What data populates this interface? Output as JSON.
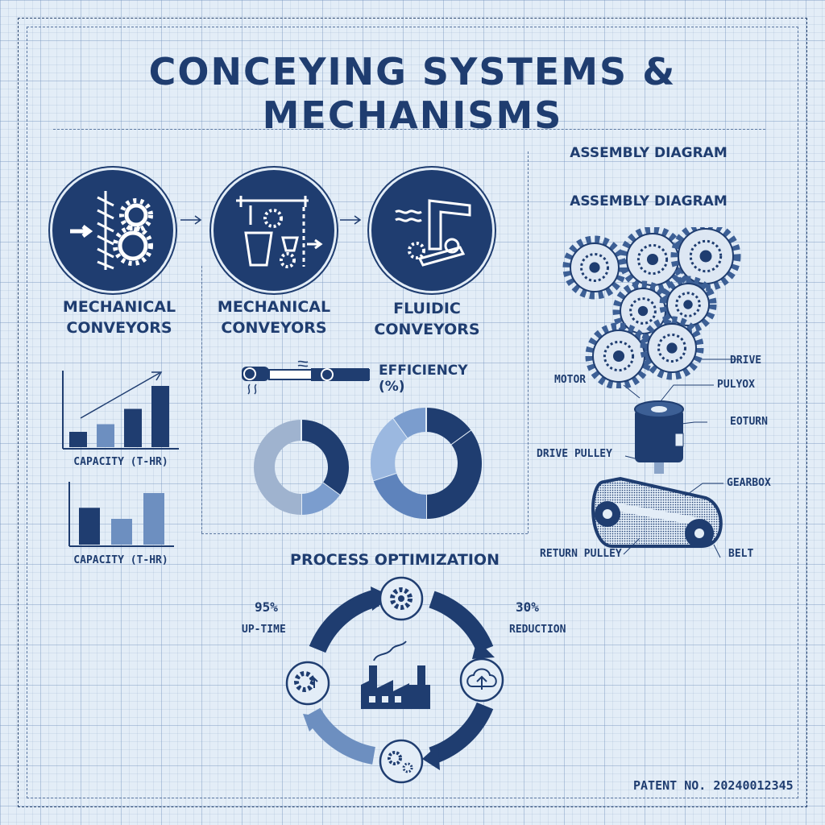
{
  "title": "CONCEYING SYSTEMS & MECHANISMS",
  "conveyors": [
    {
      "label_line1": "MECHANICAL",
      "label_line2": "CONVEYORS",
      "icon": "screw-gear-icon"
    },
    {
      "label_line1": "MECHANICAL",
      "label_line2": "CONVEYORS",
      "icon": "bucket-elevator-icon"
    },
    {
      "label_line1": "FLUIDIC",
      "label_line2": "CONVEYORS",
      "icon": "fluidic-pipe-icon"
    }
  ],
  "charts": {
    "capacity_label_1": "CAPACITY (T-HR)",
    "capacity_label_2": "CAPACITY (T-HR)",
    "efficiency_label": "EFFICIENCY (%)"
  },
  "chart_data": [
    {
      "type": "bar",
      "xlabel": "CAPACITY (T-HR)",
      "values": [
        2,
        3,
        5,
        8
      ],
      "colors": [
        "#1f3d70",
        "#6d8fc0",
        "#1f3d70",
        "#1f3d70"
      ]
    },
    {
      "type": "bar",
      "xlabel": "CAPACITY (T-HR)",
      "values": [
        5,
        3.5,
        7
      ],
      "colors": [
        "#1f3d70",
        "#6d8fc0",
        "#6d8fc0"
      ]
    },
    {
      "type": "pie",
      "values": [
        35,
        15,
        50
      ],
      "colors": [
        "#1f3d70",
        "#7b9dce",
        "#9fb3cf"
      ]
    },
    {
      "type": "pie",
      "values": [
        15,
        35,
        20,
        20,
        10
      ],
      "colors": [
        "#1f3d70",
        "#1f3d70",
        "#5e83bc",
        "#9bb8e0",
        "#7b9dce"
      ]
    }
  ],
  "assembly": {
    "heading_1": "ASSEMBLY DIAGRAM",
    "heading_2": "ASSEMBLY DIAGRAM",
    "callouts": {
      "drive": "DRIVE",
      "motor": "MOTOR",
      "pulyox": "PULYOX",
      "eoturn": "EOTURN",
      "drive_pulley": "DRIVE PULLEY",
      "gearbox": "GEARBOX",
      "return_pulley": "RETURN PULLEY",
      "belt": "BELT"
    }
  },
  "process": {
    "heading": "PROCESS OPTIMIZATION",
    "stat_left_value": "95%",
    "stat_left_label": "UP-TIME",
    "stat_right_value": "30%",
    "stat_right_label": "REDUCTION"
  },
  "footer": {
    "patent": "PATENT NO. 20240012345"
  },
  "colors": {
    "primary": "#1f3d70",
    "accent": "#6d8fc0",
    "light": "#9fb3cf",
    "background": "#e3edf7"
  }
}
